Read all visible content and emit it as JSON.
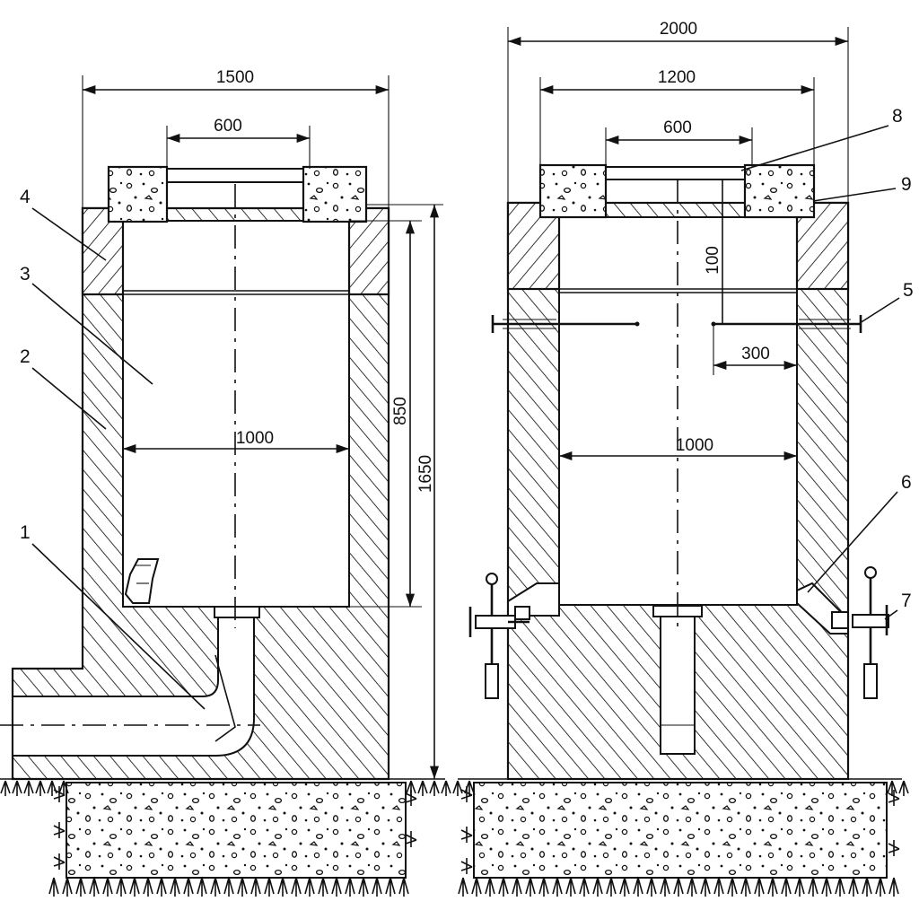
{
  "left_view": {
    "dimensions": {
      "overall_width": "1500",
      "opening_width": "600",
      "inner_width": "1000",
      "inner_height": "850",
      "total_height": "1650"
    },
    "callouts": [
      "4",
      "3",
      "2",
      "1"
    ]
  },
  "right_view": {
    "dimensions": {
      "overall_width": "2000",
      "neck_width": "1200",
      "opening_width": "600",
      "inner_width": "1000",
      "step_offset": "300",
      "neck_depth": "100"
    },
    "callouts": [
      "8",
      "9",
      "5",
      "6",
      "7"
    ]
  }
}
